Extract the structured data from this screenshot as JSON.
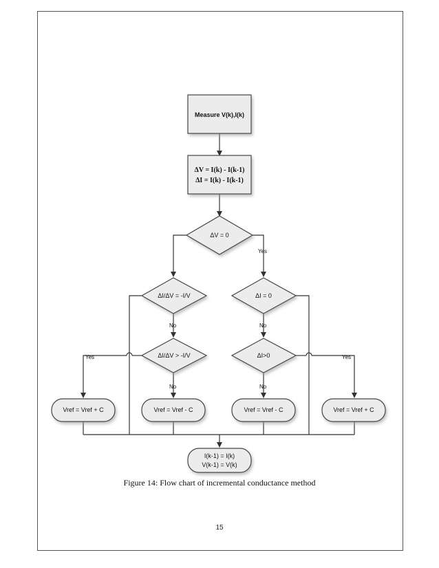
{
  "nodes": {
    "measure": "Measure V(k),I(k)",
    "delta_v_eq": "ΔV = I(k) - I(k-1)",
    "delta_i_eq": "ΔI = I(k) - I(k-1)",
    "dec_dv_zero": "ΔV = 0",
    "dec_didv_eq": "ΔI/ΔV = -I/V",
    "dec_di_zero": "ΔI = 0",
    "dec_didv_gt": "ΔI/ΔV > -I/V",
    "dec_di_gt": "ΔI>0",
    "vref_plus_left": "Vref = Vref + C",
    "vref_minus_left": "Vref = Vref - C",
    "vref_minus_right": "Vref = Vref - C",
    "vref_plus_right": "Vref = Vref + C",
    "update_i": "I(k-1) = I(k)",
    "update_v": "V(k-1) = V(k)"
  },
  "edges": {
    "yes_dv": "Yes",
    "no_didv": "No",
    "no_di": "No",
    "yes_left": "Yes",
    "no_didv_gt": "No",
    "no_di_gt": "No",
    "yes_right": "Yes"
  },
  "caption": "Figure 14: Flow chart of incremental conductance method",
  "page_number": "15",
  "colors": {
    "box_fill": "#ececec",
    "stroke": "#444444",
    "line": "#333333"
  }
}
